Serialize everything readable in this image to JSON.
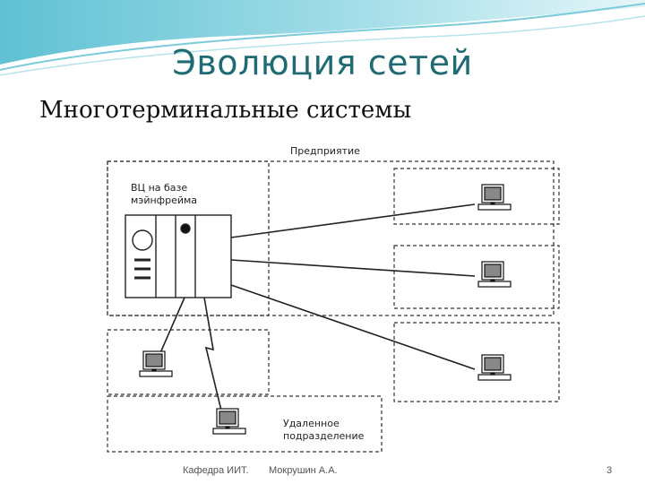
{
  "slide": {
    "title": "Эволюция сетей",
    "subtitle": "Многотерминальные системы"
  },
  "diagram": {
    "enterprise_label": "Предприятие",
    "mainframe_label_line1": "ВЦ на базе",
    "mainframe_label_line2": "мэйнфрейма",
    "remote_label_line1": "Удаленное",
    "remote_label_line2": "подразделение"
  },
  "footer": {
    "department": "Кафедра ИИТ.",
    "author": "Мокрушин А.А.",
    "page_number": "3"
  },
  "colors": {
    "title": "#1f6b73",
    "swoosh": "#8fd3df"
  }
}
